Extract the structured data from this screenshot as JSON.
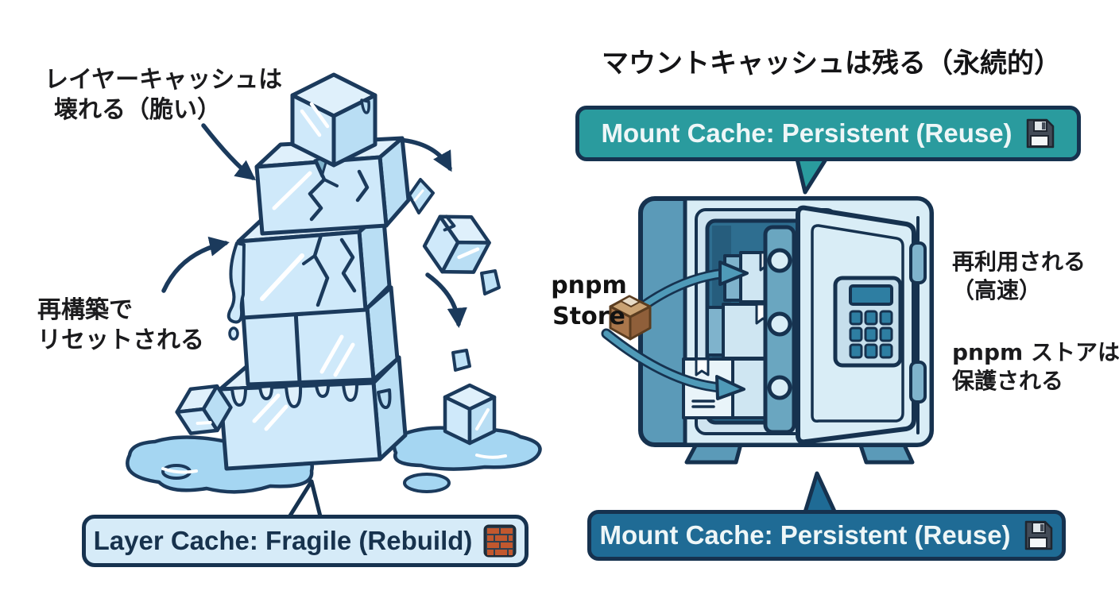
{
  "left": {
    "note_fragile_line1": "レイヤーキャッシュは",
    "note_fragile_line2": "壊れる（脆い）",
    "note_reset_line1": "再構築で",
    "note_reset_line2": "リセットされる",
    "badge_label": "Layer Cache: Fragile (Rebuild)"
  },
  "right": {
    "title": "マウントキャッシュは残る（永続的）",
    "badge_top_label": "Mount Cache: Persistent (Reuse)",
    "badge_bottom_label": "Mount Cache: Persistent (Reuse)",
    "store_line1": "pnpm",
    "store_line2": "Store",
    "note_reuse_line1": "再利用される",
    "note_reuse_line2": "（高速）",
    "note_protect_line1": "pnpm ストアは",
    "note_protect_line2": "保護される"
  },
  "icons": {
    "left_badge_icon": "brick-wall-icon",
    "right_badge_icon": "floppy-disk-icon",
    "store_icon": "package-box-icon"
  },
  "colors": {
    "outline_navy": "#16324f",
    "ice_light": "#cfe9fa",
    "ice_shade": "#b9def4",
    "ice_top": "#dff0fb",
    "water_blue": "#a5d6f2",
    "teal_badge": "#2a9b9e",
    "blue_badge": "#1f6b95",
    "light_badge_bg": "#d6ebf8",
    "safe_side_blue": "#5b9ab8",
    "safe_interior_teal": "#2e6e90",
    "brick_orange": "#c2582e"
  }
}
